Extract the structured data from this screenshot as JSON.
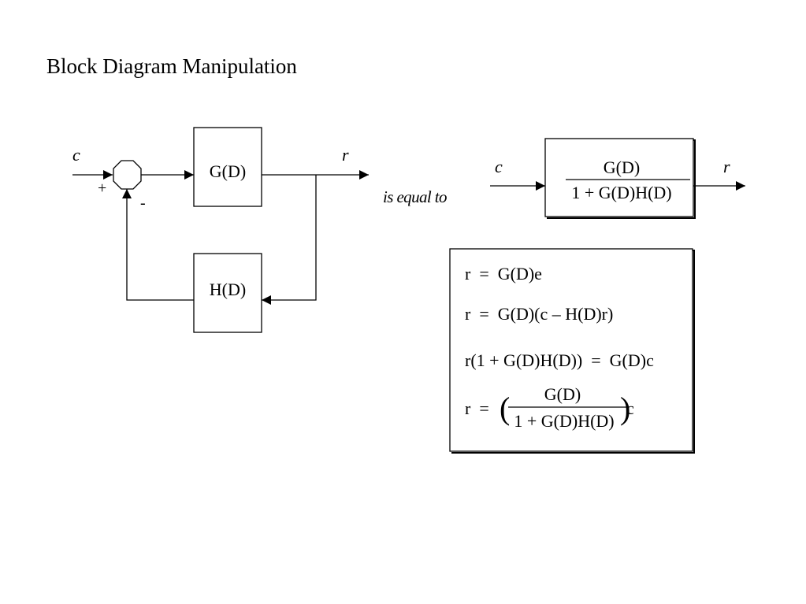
{
  "title": "Block Diagram Manipulation",
  "left_diagram": {
    "input_label": "c",
    "output_label": "r",
    "plus_sign": "+",
    "minus_sign": "-",
    "forward_block": "G(D)",
    "feedback_block": "H(D)"
  },
  "connector": "is equal to",
  "right_diagram": {
    "input_label": "c",
    "output_label": "r",
    "numerator": "G(D)",
    "denominator": "1 + G(D)H(D)"
  },
  "equations": {
    "eq1": "r  =  G(D)e",
    "eq2": "r  =  G(D)(c – H(D)r)",
    "eq3": "r(1 + G(D)H(D))  =  G(D)c",
    "eq4_lhs": "r  =",
    "eq4_numerator": "G(D)",
    "eq4_denominator": "1 + G(D)H(D)",
    "eq4_open_paren": "(",
    "eq4_close_paren": ")",
    "eq4_suffix": "c"
  }
}
